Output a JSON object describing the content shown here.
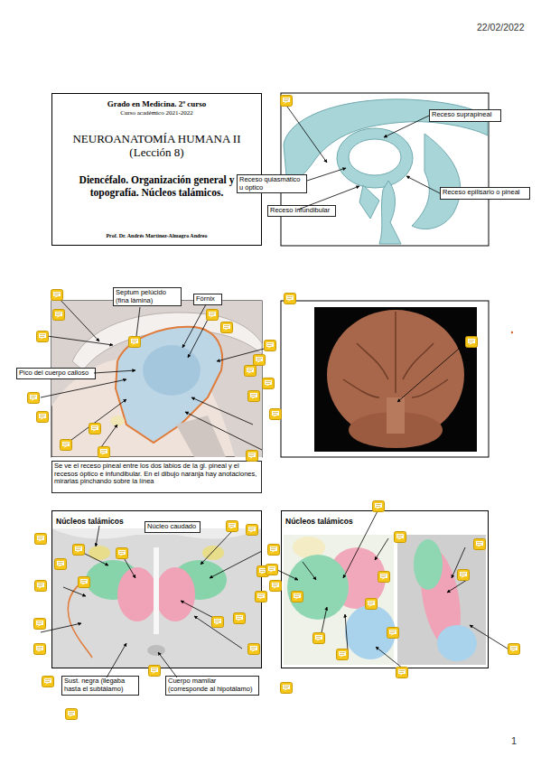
{
  "diagram": {
    "nodes": [
      {
        "text": [
          "Grado en Medicina. 2º curso",
          "Curso académico 2021-2022",
          "NEUROANATOMÍA HUMANA II (Lección 8)",
          "Diencéfalo. Organización general y topografía. Núcleos talámicos.",
          "Prof. Dr. Andrés Martínez-Almagro Andreo"
        ]
      },
      {
        "text": [
          "Receso suprapineal"
        ]
      },
      {
        "text": [
          "Receso quiasmático u óptico"
        ]
      },
      {
        "text": [
          "Receso epilisario o pineal"
        ]
      },
      {
        "text": [
          "Receso infundibular"
        ]
      },
      {
        "text": [
          "Septum pelúcido (fina lámina)"
        ]
      },
      {
        "text": [
          "Fórnix"
        ]
      },
      {
        "text": [
          "Pico del cuerpo calloso"
        ]
      },
      {
        "text": [
          "Se ve el receso pineal entre los dos labios de la gl. pineal y el recesos óptico e infundibular. En el dibujo naranja hay anotaciones, mirarlas pinchando sobre la línea"
        ]
      },
      {
        "text": [
          "Núcleos talámicos"
        ]
      },
      {
        "text": [
          "Núcleo caudado"
        ],
        "in": 9
      },
      {
        "text": [
          "Sust. negra (llegaba hasta el subtálamo)"
        ]
      },
      {
        "text": [
          "Cuerpo mamilar (corresponde al hipotálamo)"
        ]
      },
      {
        "text": [
          "Núcleos talámicos"
        ]
      }
    ],
    "labels": [
      "22/02/2022",
      "1"
    ]
  }
}
